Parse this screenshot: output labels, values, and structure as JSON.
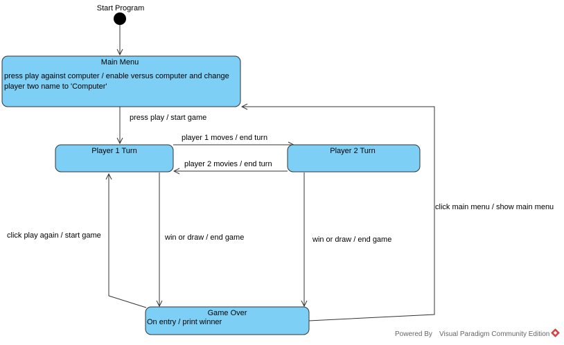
{
  "colors": {
    "state_fill": "#7ecff5",
    "state_stroke": "#333333",
    "edge": "#333333",
    "initial": "#000000",
    "watermark_mark": "#e23b3b"
  },
  "initial": {
    "label": "Start Program"
  },
  "states": {
    "main_menu": {
      "title": "Main Menu",
      "body_line1": "press play against computer / enable versus computer and change",
      "body_line2": "player two name to 'Computer'"
    },
    "player1": {
      "title": "Player 1 Turn"
    },
    "player2": {
      "title": "Player 2 Turn"
    },
    "game_over": {
      "title": "Game Over",
      "body": "On entry / print winner"
    }
  },
  "transitions": {
    "start_game": "press play / start game",
    "p1_moves": "player 1 moves / end turn",
    "p2_moves": "player 2 movies / end turn",
    "p1_end": "win or draw / end game",
    "p2_end": "win or draw / end game",
    "play_again": "click play again / start game",
    "main_menu": "click main menu / show main menu"
  },
  "watermark": {
    "text": "Powered By",
    "brand": "Visual Paradigm Community Edition",
    "logo_icon": "vp-diamond-icon"
  }
}
